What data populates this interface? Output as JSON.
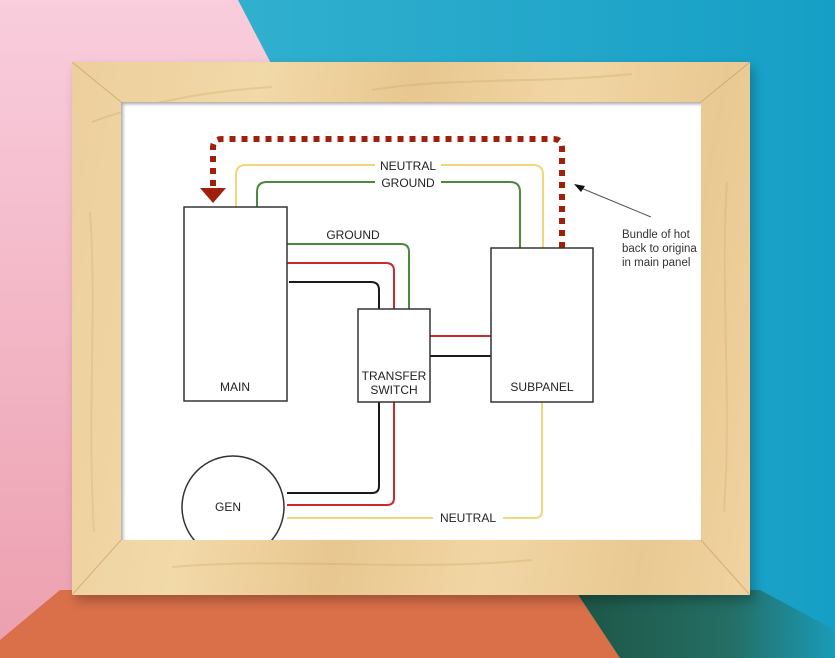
{
  "diagram": {
    "title": "Generator transfer switch wiring",
    "nodes": {
      "main": {
        "label": "MAIN"
      },
      "transfer_switch": {
        "label_line1": "TRANSFER",
        "label_line2": "SWITCH"
      },
      "subpanel": {
        "label": "SUBPANEL"
      },
      "generator": {
        "label": "GEN"
      }
    },
    "wire_labels": {
      "top_neutral": "NEUTRAL",
      "top_ground": "GROUND",
      "main_ground": "GROUND",
      "gen_neutral": "NEUTRAL"
    },
    "annotation": {
      "line1": "Bundle of hot",
      "line2": "back to origina",
      "line3": "in main panel"
    },
    "colors": {
      "neutral": "#f2d77a",
      "ground": "#4a8a3a",
      "hot_red": "#cc2a2a",
      "hot_black": "#1a1a1a",
      "bundle": "#a0200c",
      "frame_wood": "#eccf9c",
      "bg_pink": "#f5bccb",
      "bg_blue": "#22a6c9",
      "bg_orange": "#d9704a",
      "bg_green": "#1e5a48"
    }
  }
}
